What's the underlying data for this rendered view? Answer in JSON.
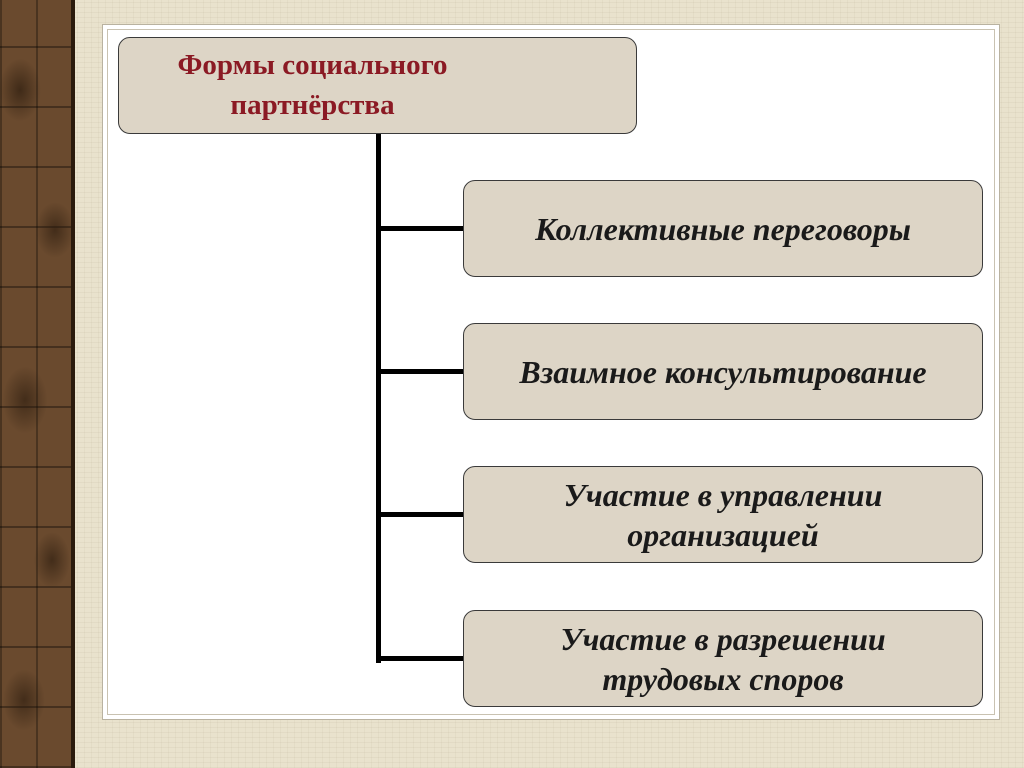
{
  "diagram": {
    "root": {
      "line1": "Формы социального",
      "line2": "партнёрства"
    },
    "children": [
      {
        "line1": "Коллективные переговоры",
        "line2": ""
      },
      {
        "line1": "Взаимное консультирование",
        "line2": ""
      },
      {
        "line1": "Участие в управлении",
        "line2": "организацией"
      },
      {
        "line1": "Участие в разрешении",
        "line2": "трудовых споров"
      }
    ]
  },
  "colors": {
    "root_text": "#8b1a24",
    "box_fill": "#ddd5c6",
    "connector": "#000000",
    "panel": "#ffffff",
    "side_strip": "#6a4a2e"
  }
}
